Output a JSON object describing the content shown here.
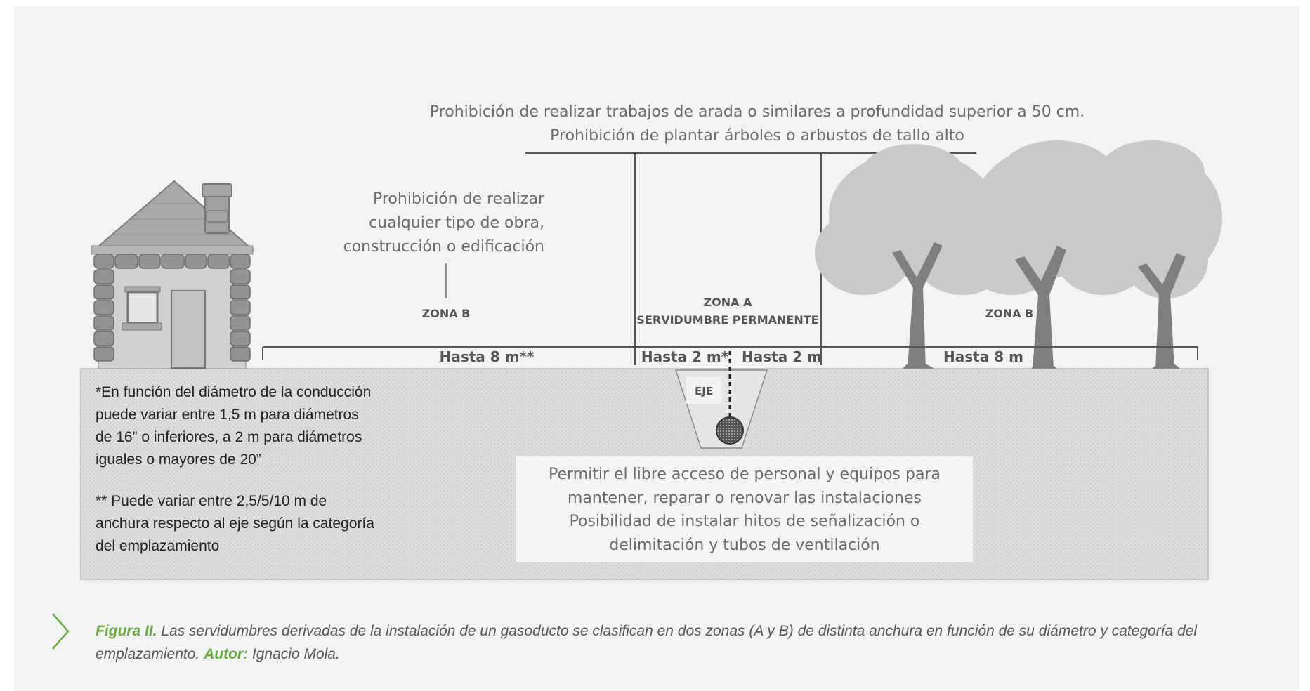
{
  "diagram": {
    "top_text": [
      "Prohibición de realizar trabajos de arada o similares a profundidad superior a 50 cm.",
      "Prohibición de plantar árboles o arbustos de tallo alto"
    ],
    "left_text": [
      "Prohibición de realizar",
      "cualquier tipo de obra,",
      "construcción o edificación"
    ],
    "zona_b_left": "ZONA B",
    "zona_a": [
      "ZONA A",
      "SERVIDUMBRE PERMANENTE"
    ],
    "zona_b_right": "ZONA B",
    "widths": {
      "left_8m": "Hasta 8 m**",
      "a_left": "Hasta 2 m*",
      "a_right": "Hasta 2 m",
      "right_8m": "Hasta 8 m"
    },
    "eje": "EJE",
    "notes": [
      "*En función del diámetro de la conducción",
      "puede variar entre 1,5 m para diámetros",
      "de 16” o inferiores, a 2 m para diámetros",
      "iguales o mayores de 20”",
      "** Puede variar entre 2,5/5/10 m de",
      "anchura respecto al eje según la categoría",
      "del emplazamiento"
    ],
    "access_text": [
      "Permitir el libre acceso de personal y equipos para",
      "mantener, reparar o renovar las instalaciones",
      "Posibilidad de instalar hitos de señalización o",
      "delimitación y tubos de ventilación"
    ],
    "colors": {
      "ground": "#dedede",
      "tree": "#c9c9c9",
      "house_stone": "#8e8e8e",
      "accent_green": "#6aa842"
    }
  },
  "caption": {
    "label": "Figura II.",
    "text": " Las servidumbres derivadas de la instalación de un gasoducto se clasifican en dos zonas (A y B) de distinta anchura en función de su diámetro y categoría del emplazamiento. ",
    "author_label": "Autor:",
    "author": " Ignacio Mola."
  }
}
